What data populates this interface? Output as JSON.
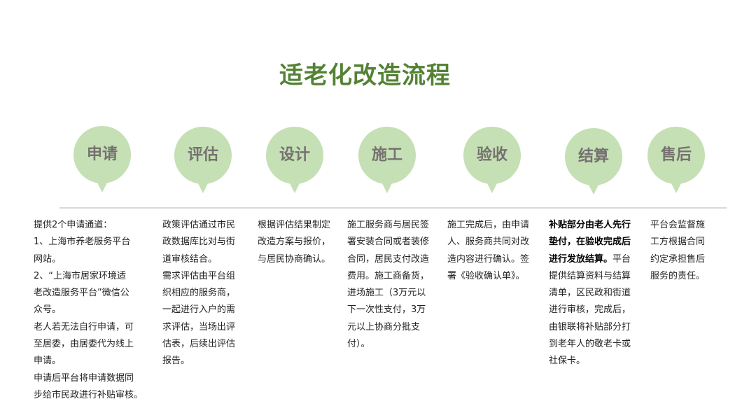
{
  "title": "适老化改造流程",
  "steps": [
    {
      "label": "申请"
    },
    {
      "label": "评估"
    },
    {
      "label": "设计"
    },
    {
      "label": "施工"
    },
    {
      "label": "验收"
    },
    {
      "label": "结算"
    },
    {
      "label": "售后"
    }
  ],
  "descriptions": {
    "apply": [
      "提供2个申请通道：",
      "1、上海市养老服务平台",
      "网站。",
      "2、“上海市居家环境适",
      "老改造服务平台”微信公",
      "众号。",
      "老人若无法自行申请，可",
      "至居委，由居委代为线上",
      "申请。",
      "申请后平台将申请数据同",
      "步给市民政进行补贴审核。"
    ],
    "assess": [
      "政策评估通过市民",
      "政数据库比对与街",
      "道审核结合。",
      "需求评估由平台组",
      "织相应的服务商，",
      "一起进行入户的需",
      "求评估，当场出评",
      "估表，后续出评估",
      "报告。"
    ],
    "design": [
      "根据评估结果制定",
      "改造方案与报价，",
      "与居民协商确认。"
    ],
    "construct": [
      "施工服务商与居民签",
      "署安装合同或者装修",
      "合同，居民支付改造",
      "费用。施工商备货，",
      "进场施工（3万元以",
      "下一次性支付，3万",
      "元以上协商分批支",
      "付）。"
    ],
    "accept": [
      "施工完成后，由申请",
      "人、服务商共同对改",
      "造内容进行确认。签",
      "署《验收确认单》。"
    ],
    "settle": {
      "bold": [
        "补贴部分由老人先行",
        "垫付，在验收完成后",
        "进行发放结算。"
      ],
      "line3_rest": "平台",
      "rest": [
        "提供结算资料与结算",
        "清单，区民政和街道",
        "进行审核，完成后，",
        "由银联将补贴部分打",
        "到老年人的敬老卡或",
        "社保卡。"
      ]
    },
    "aftersale": [
      "平台会监督施",
      "工方根据合同",
      "约定承担售后",
      "服务的责任。"
    ]
  },
  "colors": {
    "title": "#548235",
    "bubble": "#c5e0b4",
    "bubble_text": "#767171",
    "divider": "#d9d9d9"
  }
}
